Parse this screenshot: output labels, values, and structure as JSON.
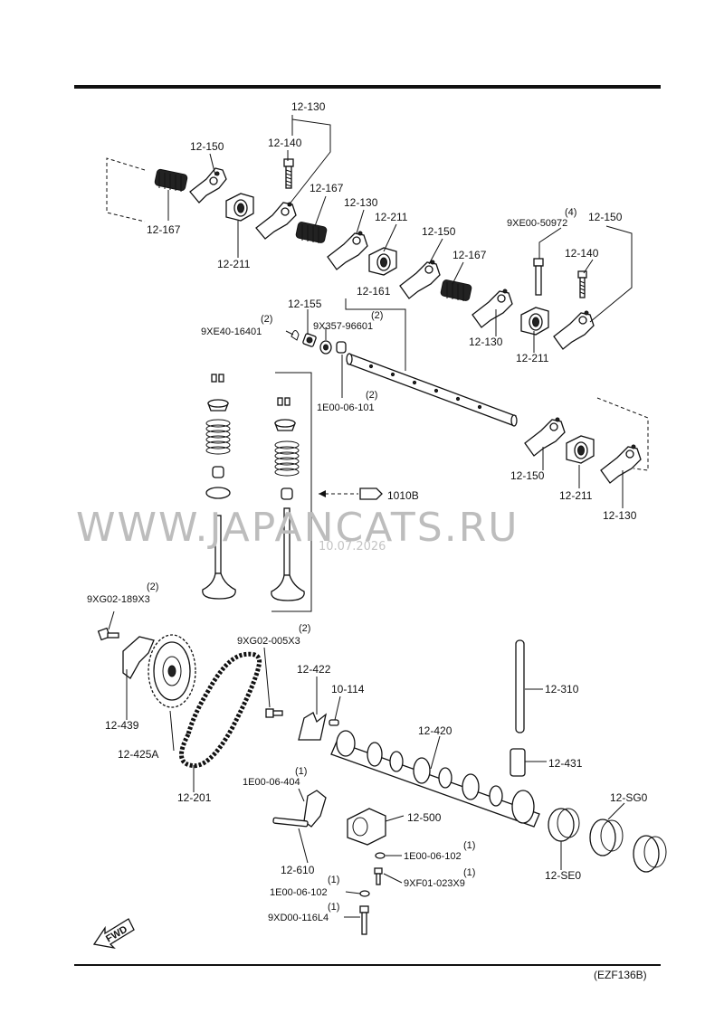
{
  "labels": {
    "l_12_130_top": "12-130",
    "l_12_140_top": "12-140",
    "l_12_150_top": "12-150",
    "l_12_167_a": "12-167",
    "l_12_211_a": "12-211",
    "l_12_167_b": "12-167",
    "l_12_130_b": "12-130",
    "l_12_211_b": "12-211",
    "l_12_150_b": "12-150",
    "l_12_167_c": "12-167",
    "l_9xe00_qty": "(4)",
    "l_9xe00": "9XE00-50972",
    "l_12_150_c": "12-150",
    "l_12_140_c": "12-140",
    "l_12_161": "12-161",
    "l_12_155": "12-155",
    "l_9x357_qty": "(2)",
    "l_9x357": "9X357-96601",
    "l_9xe40_qty": "(2)",
    "l_9xe40": "9XE40-16401",
    "l_12_130_c": "12-130",
    "l_12_211_c": "12-211",
    "l_1e00_101_qty": "(2)",
    "l_1e00_101": "1E00-06-101",
    "l_12_150_d": "12-150",
    "l_12_211_d": "12-211",
    "l_12_130_d": "12-130",
    "l_1010b": "1010B",
    "l_9xg02_189_qty": "(2)",
    "l_9xg02_189": "9XG02-189X3",
    "l_9xg02_005_qty": "(2)",
    "l_9xg02_005": "9XG02-005X3",
    "l_12_422": "12-422",
    "l_10_114": "10-114",
    "l_12_310": "12-310",
    "l_12_439": "12-439",
    "l_12_425a": "12-425A",
    "l_12_420": "12-420",
    "l_12_431": "12-431",
    "l_12_201": "12-201",
    "l_1e00_404_qty": "(1)",
    "l_1e00_404": "1E00-06-404",
    "l_12_500": "12-500",
    "l_12_sg0": "12-SG0",
    "l_1e00_102a_qty": "(1)",
    "l_1e00_102a": "1E00-06-102",
    "l_12_610": "12-610",
    "l_9xf01_qty": "(1)",
    "l_9xf01": "9XF01-023X9",
    "l_12_se0": "12-SE0",
    "l_1e00_102b_qty": "(1)",
    "l_1e00_102b": "1E00-06-102",
    "l_9xd00_qty": "(1)",
    "l_9xd00": "9XD00-116L4",
    "l_fwd": "FWD"
  },
  "watermark": {
    "text": "WWW.JAPANCATS.RU",
    "date": "10.07.2026"
  },
  "footer": {
    "code": "(EZF136B)"
  },
  "colors": {
    "ink": "#111111",
    "watermark": "#bdbdbd",
    "background": "#ffffff"
  }
}
